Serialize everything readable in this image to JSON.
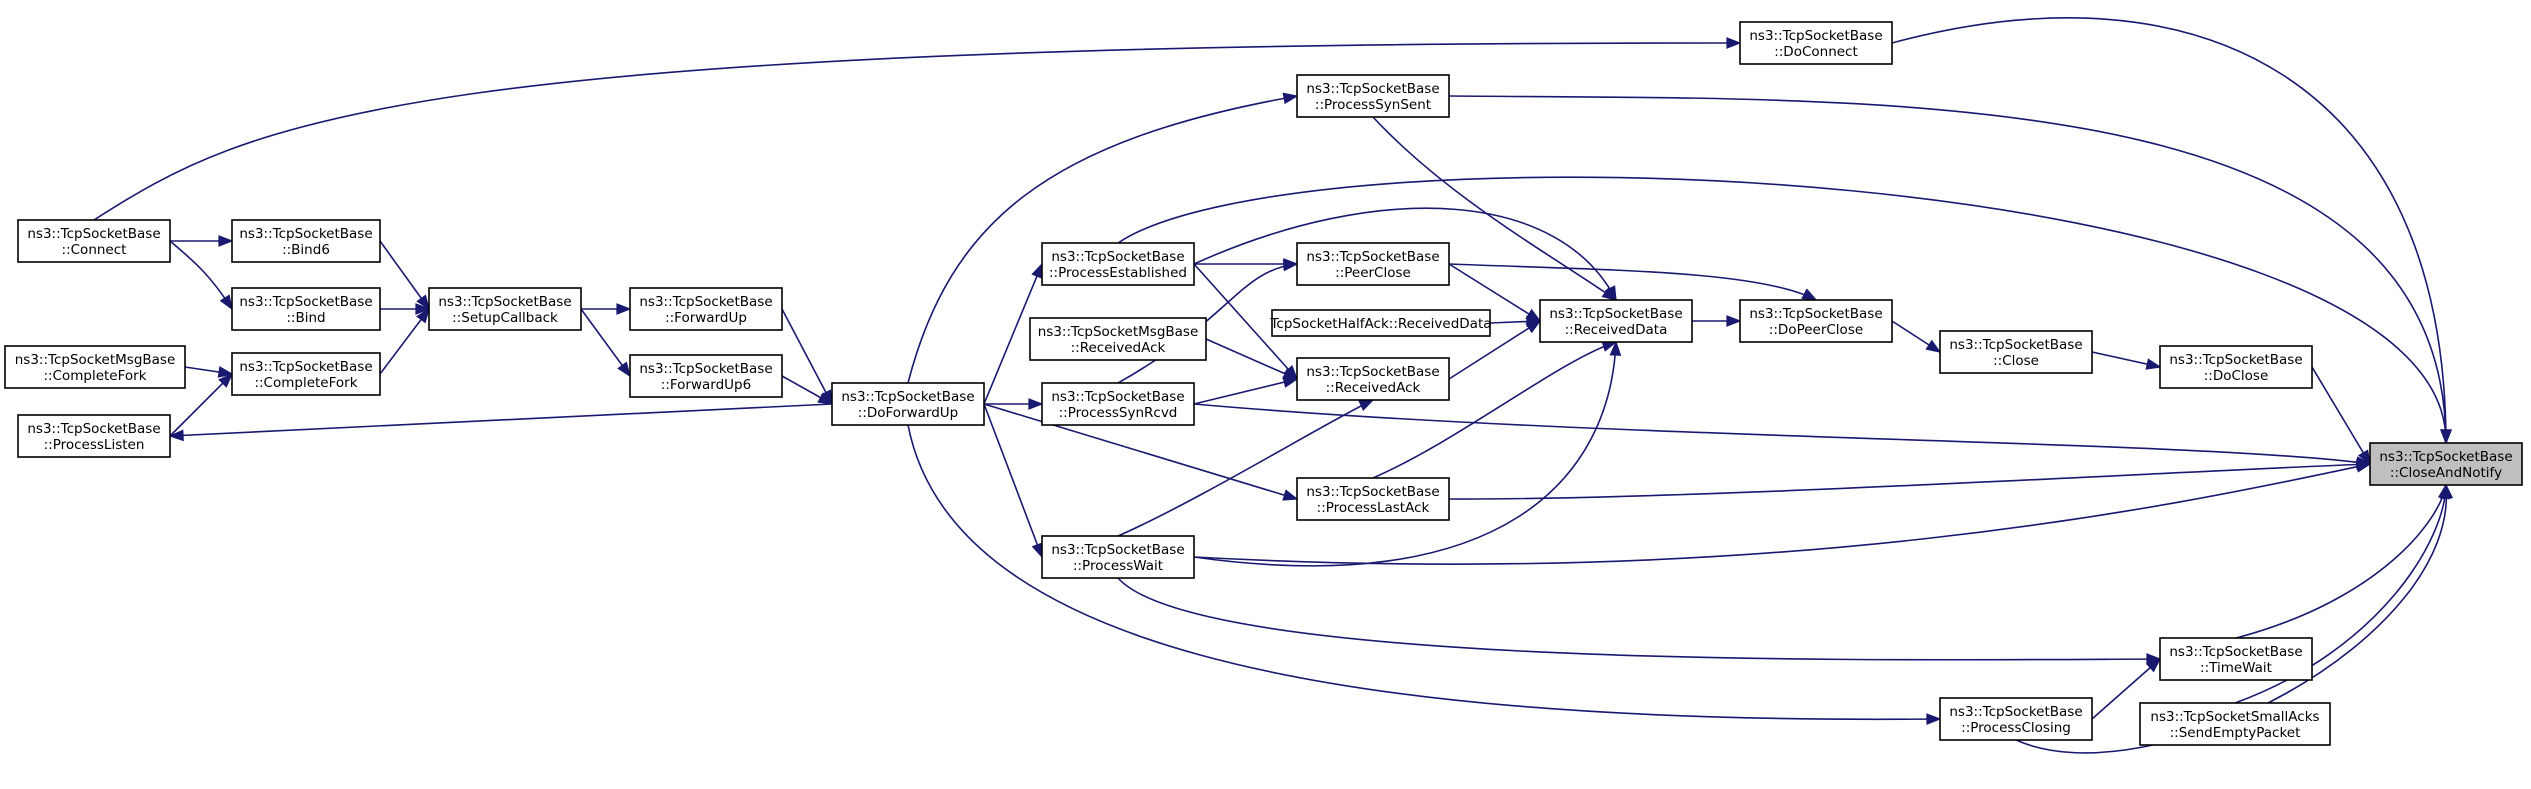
{
  "nodes": {
    "close_and_notify": [
      "ns3::TcpSocketBase",
      "::CloseAndNotify"
    ],
    "do_connect": [
      "ns3::TcpSocketBase",
      "::DoConnect"
    ],
    "process_syn_sent": [
      "ns3::TcpSocketBase",
      "::ProcessSynSent"
    ],
    "connect": [
      "ns3::TcpSocketBase",
      "::Connect"
    ],
    "bind6": [
      "ns3::TcpSocketBase",
      "::Bind6"
    ],
    "bind": [
      "ns3::TcpSocketBase",
      "::Bind"
    ],
    "setup_callback": [
      "ns3::TcpSocketBase",
      "::SetupCallback"
    ],
    "forward_up": [
      "ns3::TcpSocketBase",
      "::ForwardUp"
    ],
    "forward_up6": [
      "ns3::TcpSocketBase",
      "::ForwardUp6"
    ],
    "msg_complete_fork": [
      "ns3::TcpSocketMsgBase",
      "::CompleteFork"
    ],
    "complete_fork": [
      "ns3::TcpSocketBase",
      "::CompleteFork"
    ],
    "process_listen": [
      "ns3::TcpSocketBase",
      "::ProcessListen"
    ],
    "do_forward_up": [
      "ns3::TcpSocketBase",
      "::DoForwardUp"
    ],
    "process_established": [
      "ns3::TcpSocketBase",
      "::ProcessEstablished"
    ],
    "msg_received_ack": [
      "ns3::TcpSocketMsgBase",
      "::ReceivedAck"
    ],
    "process_syn_rcvd": [
      "ns3::TcpSocketBase",
      "::ProcessSynRcvd"
    ],
    "peer_close": [
      "ns3::TcpSocketBase",
      "::PeerClose"
    ],
    "half_ack_received_data": [
      "TcpSocketHalfAck::ReceivedData"
    ],
    "received_ack": [
      "ns3::TcpSocketBase",
      "::ReceivedAck"
    ],
    "process_last_ack": [
      "ns3::TcpSocketBase",
      "::ProcessLastAck"
    ],
    "process_wait": [
      "ns3::TcpSocketBase",
      "::ProcessWait"
    ],
    "received_data": [
      "ns3::TcpSocketBase",
      "::ReceivedData"
    ],
    "do_peer_close": [
      "ns3::TcpSocketBase",
      "::DoPeerClose"
    ],
    "close": [
      "ns3::TcpSocketBase",
      "::Close"
    ],
    "do_close": [
      "ns3::TcpSocketBase",
      "::DoClose"
    ],
    "time_wait": [
      "ns3::TcpSocketBase",
      "::TimeWait"
    ],
    "process_closing": [
      "ns3::TcpSocketBase",
      "::ProcessClosing"
    ],
    "send_empty_packet": [
      "ns3::TcpSocketSmallAcks",
      "::SendEmptyPacket"
    ]
  },
  "colors": {
    "edge": "#191970",
    "node_border": "#000000",
    "node_fill": "#ffffff",
    "root_fill": "#bfbfbf"
  }
}
